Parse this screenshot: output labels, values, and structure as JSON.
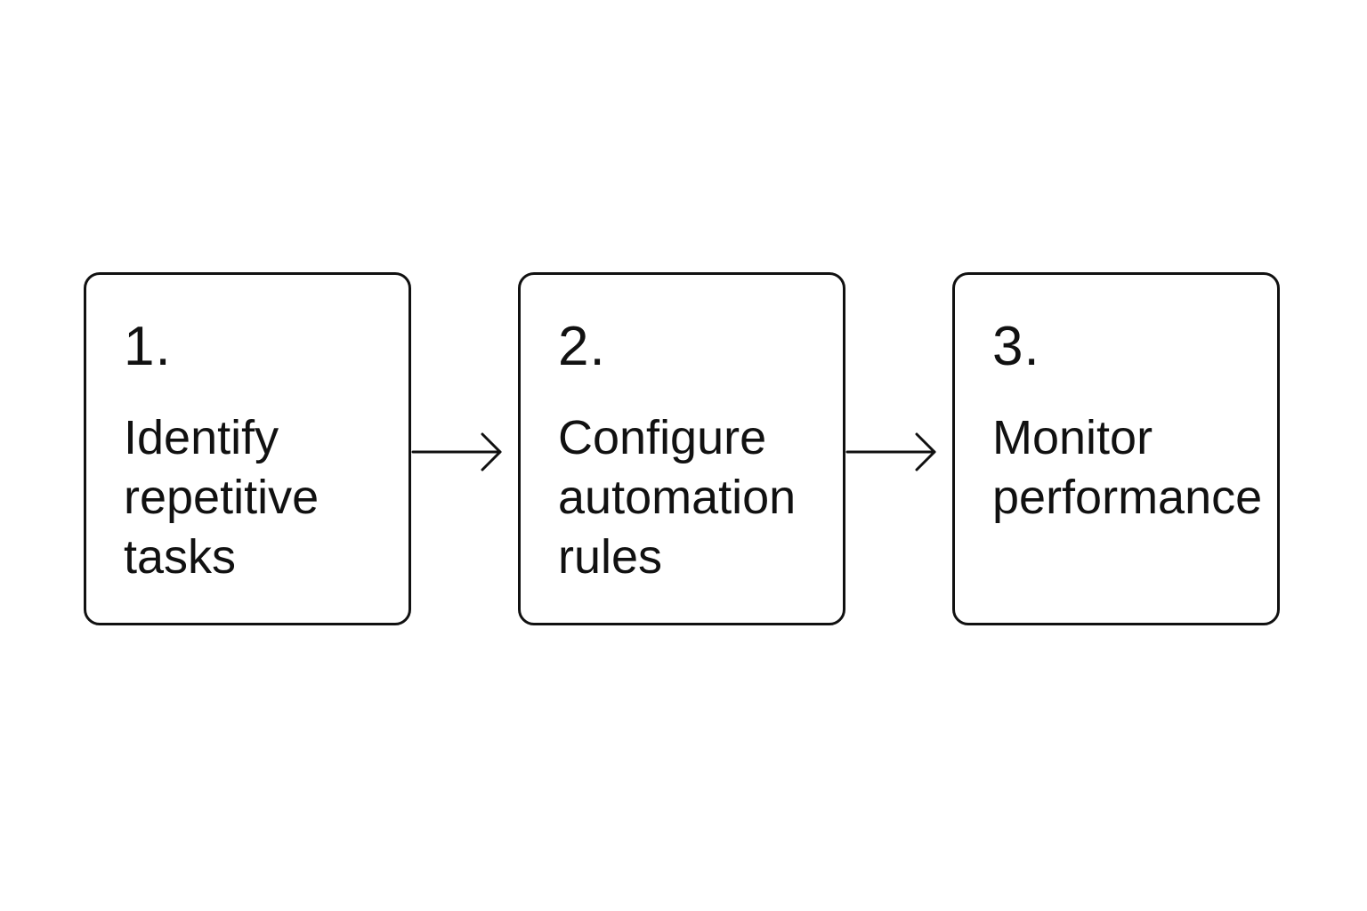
{
  "steps": [
    {
      "number": "1.",
      "label": "Identify\nrepetitive\ntasks"
    },
    {
      "number": "2.",
      "label": "Configure\nautomation\nrules"
    },
    {
      "number": "3.",
      "label": "Monitor\nperformance"
    }
  ],
  "colors": {
    "stroke": "#111111",
    "text": "#111111",
    "background": "#ffffff"
  },
  "icons": [
    "arrow-right-icon",
    "arrow-right-icon"
  ]
}
